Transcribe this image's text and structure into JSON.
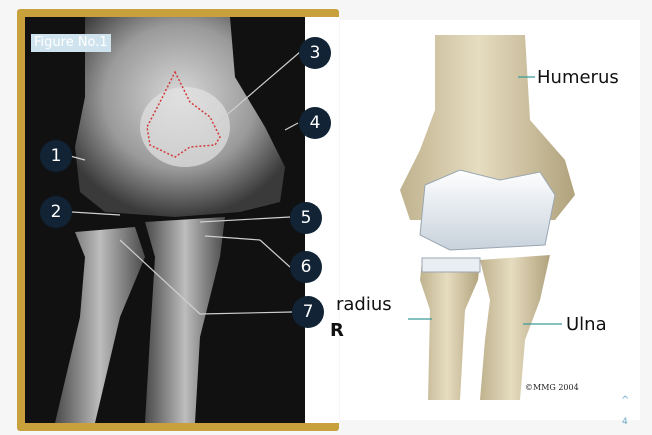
{
  "figure": {
    "label": "Figure No.1"
  },
  "markers": [
    "1",
    "2",
    "3",
    "4",
    "5",
    "6",
    "7"
  ],
  "anatomy": {
    "humerus": "Humerus",
    "radius": "radius",
    "ulna": "Ulna",
    "copyright": "©MMG 2004",
    "stray_letter": "R"
  },
  "footer": {
    "page": "4",
    "scroll_up": "^"
  },
  "colors": {
    "frame": "#c9a13c",
    "marker": "#112335",
    "label_line": "#3b9b9b"
  }
}
